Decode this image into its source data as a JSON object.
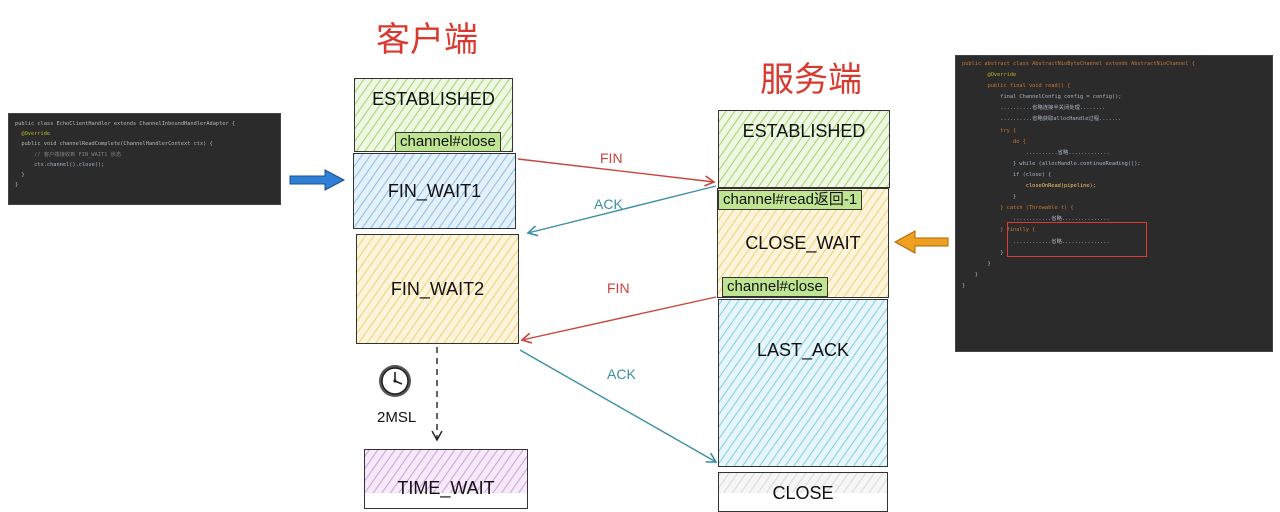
{
  "titles": {
    "client": "客户端",
    "server": "服务端"
  },
  "client_states": {
    "established": "ESTABLISHED",
    "fin_wait1": "FIN_WAIT1",
    "fin_wait2": "FIN_WAIT2",
    "time_wait": "TIME_WAIT"
  },
  "server_states": {
    "established": "ESTABLISHED",
    "close_wait": "CLOSE_WAIT",
    "last_ack": "LAST_ACK",
    "closed": "CLOSE"
  },
  "tags": {
    "client_close": "channel#close",
    "server_read": "channel#read返回-1",
    "server_close": "channel#close"
  },
  "messages": {
    "fin1": "FIN",
    "ack1": "ACK",
    "fin2": "FIN",
    "ack2": "ACK"
  },
  "timer_label": "2MSL",
  "icons": {
    "clock": "clock-icon",
    "arrow_blue": "blue-arrow-icon",
    "arrow_orange": "orange-arrow-icon"
  },
  "colors": {
    "title": "#d93a30",
    "fin": "#c8443c",
    "ack": "#3a8fa6",
    "established": "#b9e08a",
    "fin_wait1": "#9cc8ea",
    "fin_wait2": "#f7d98a",
    "close_wait": "#f7d98a",
    "last_ack": "#9ad4e8",
    "time_wait": "#d9a8e6",
    "blue_arrow": "#2f7fd6",
    "orange_arrow": "#f0a020"
  },
  "client_code": [
    "public class EchoClientHandler extends ChannelInboundHandlerAdapter {",
    "",
    "  @Override",
    "  public void channelReadComplete(ChannelHandlerContext ctx) {",
    "      // 客户端接收到 FIN_WAIT1 状态",
    "      ctx.channel().close();",
    "  }",
    "}"
  ],
  "server_code": [
    "public abstract class AbstractNioByteChannel extends AbstractNioChannel {",
    "",
    "        @Override",
    "        public final void read() {",
    "            final ChannelConfig config = config();",
    "",
    "            ..........省略连接半关闭处理........",
    "",
    "            ..........省略获取allocHandle过程.......",
    "",
    "            try {",
    "                do {",
    "                    ..........省略.............",
    "                } while (allocHandle.continueReading());",
    "",
    "                if (close) {",
    "                    closeOnRead(pipeline);",
    "                }",
    "            } catch (Throwable t) {",
    "                ............省略...............",
    "            } finally {",
    "                ............省略...............",
    "            }",
    "        }",
    "    }",
    "}"
  ]
}
